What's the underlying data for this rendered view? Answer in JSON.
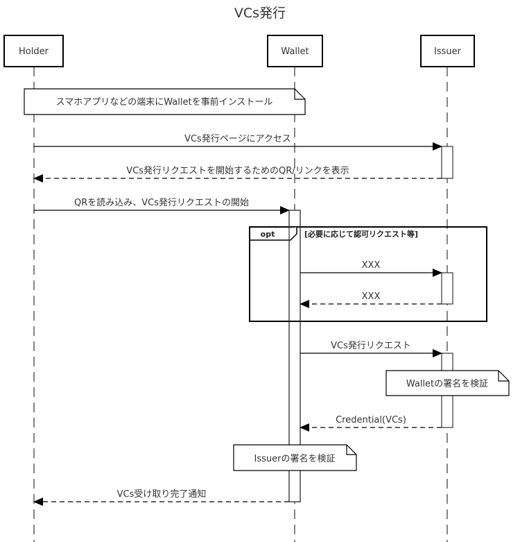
{
  "diagram": {
    "title": "VCs発行",
    "participants": [
      {
        "id": "holder",
        "label": "Holder"
      },
      {
        "id": "wallet",
        "label": "Wallet"
      },
      {
        "id": "issuer",
        "label": "Issuer"
      }
    ],
    "notes": [
      {
        "id": "note-preinstall",
        "text": "スマホアプリなどの端末にWalletを事前インストール",
        "over": [
          "holder",
          "wallet"
        ]
      },
      {
        "id": "note-wallet-sig",
        "text": "Walletの署名を検証",
        "over": [
          "issuer"
        ]
      },
      {
        "id": "note-issuer-sig",
        "text": "Issuerの署名を検証",
        "over": [
          "wallet"
        ]
      }
    ],
    "messages": [
      {
        "from": "holder",
        "to": "issuer",
        "text": "VCs発行ページにアクセス",
        "style": "solid"
      },
      {
        "from": "issuer",
        "to": "holder",
        "text": "VCs発行リクエストを開始するためのQR/リンクを表示",
        "style": "dashed"
      },
      {
        "from": "holder",
        "to": "wallet",
        "text": "QRを読み込み、VCs発行リクエストの開始",
        "style": "solid"
      },
      {
        "from": "wallet",
        "to": "issuer",
        "text": "XXX",
        "style": "solid"
      },
      {
        "from": "issuer",
        "to": "wallet",
        "text": "XXX",
        "style": "dashed"
      },
      {
        "from": "wallet",
        "to": "issuer",
        "text": "VCs発行リクエスト",
        "style": "solid"
      },
      {
        "from": "issuer",
        "to": "wallet",
        "text": "Credential(VCs)",
        "style": "dashed"
      },
      {
        "from": "wallet",
        "to": "holder",
        "text": "VCs受け取り完了通知",
        "style": "dashed"
      }
    ],
    "fragment": {
      "operator": "opt",
      "guard": "[必要に応じて認可リクエスト等]"
    }
  }
}
